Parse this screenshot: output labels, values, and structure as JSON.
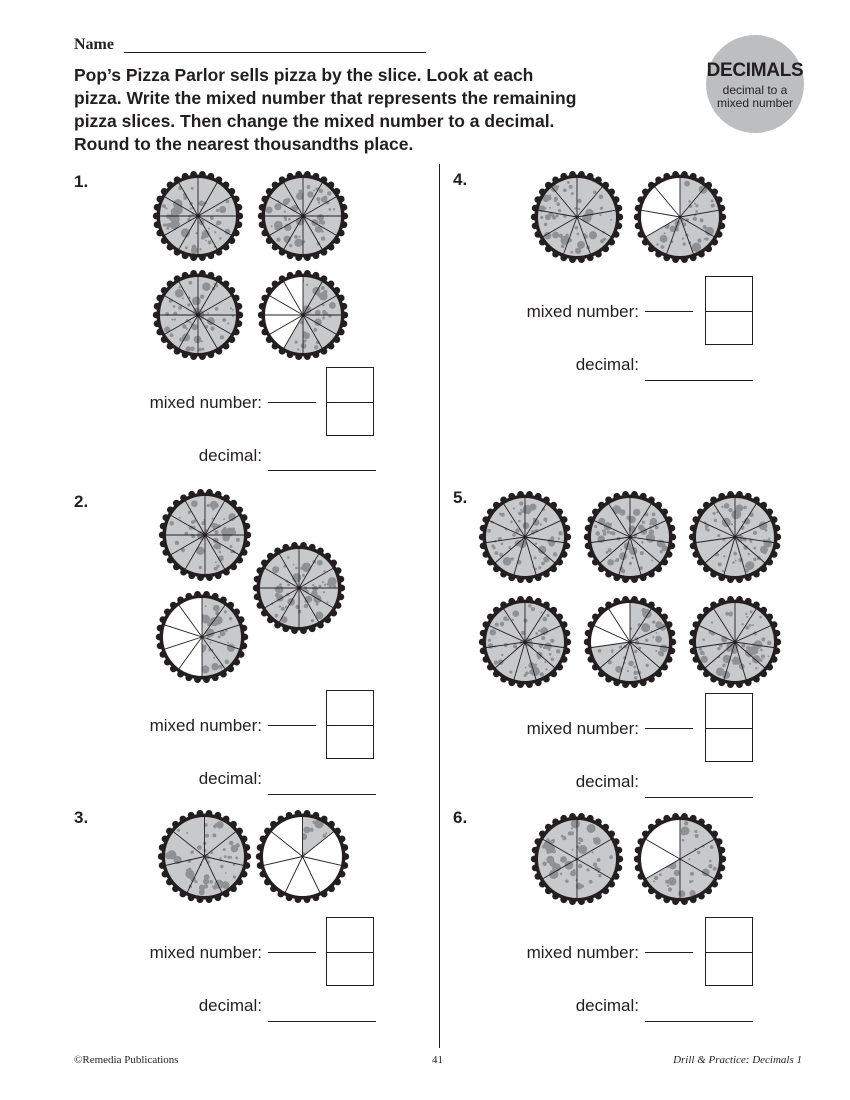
{
  "header": {
    "name_label": "Name",
    "instructions": [
      "Pop’s Pizza Parlor sells pizza by the slice. Look at each",
      "pizza. Write the mixed number that represents the remaining",
      "pizza slices. Then change the mixed number to a decimal.",
      "Round to the nearest thousandths place."
    ]
  },
  "badge": {
    "title": "DECIMALS",
    "subtitle_line1": "decimal to a",
    "subtitle_line2": "mixed number"
  },
  "labels": {
    "mixed_number": "mixed number:",
    "decimal": "decimal:"
  },
  "colors": {
    "pizza_fill": "#c8c9cb",
    "topping": "#8f9194",
    "crust": "#231f20",
    "badge": "#bcbec0"
  },
  "problems": [
    {
      "number": "1.",
      "pizzas": [
        {
          "slices": 12,
          "remaining": 12
        },
        {
          "slices": 12,
          "remaining": 12
        },
        {
          "slices": 12,
          "remaining": 12
        },
        {
          "slices": 12,
          "remaining": 7
        }
      ]
    },
    {
      "number": "2.",
      "pizzas": [
        {
          "slices": 12,
          "remaining": 12
        },
        {
          "slices": 12,
          "remaining": 12
        },
        {
          "slices": 10,
          "remaining": 5
        }
      ]
    },
    {
      "number": "3.",
      "pizzas": [
        {
          "slices": 7,
          "remaining": 7
        },
        {
          "slices": 7,
          "remaining": 1
        }
      ]
    },
    {
      "number": "4.",
      "pizzas": [
        {
          "slices": 9,
          "remaining": 9
        },
        {
          "slices": 9,
          "remaining": 6
        }
      ]
    },
    {
      "number": "5.",
      "pizzas": [
        {
          "slices": 11,
          "remaining": 11
        },
        {
          "slices": 11,
          "remaining": 11
        },
        {
          "slices": 11,
          "remaining": 11
        },
        {
          "slices": 11,
          "remaining": 11
        },
        {
          "slices": 11,
          "remaining": 8
        },
        {
          "slices": 11,
          "remaining": 11
        }
      ]
    },
    {
      "number": "6.",
      "pizzas": [
        {
          "slices": 6,
          "remaining": 6
        },
        {
          "slices": 6,
          "remaining": 4
        }
      ]
    }
  ],
  "footer": {
    "left": "©Remedia Publications",
    "center": "41",
    "right": "Drill & Practice: Decimals 1"
  }
}
